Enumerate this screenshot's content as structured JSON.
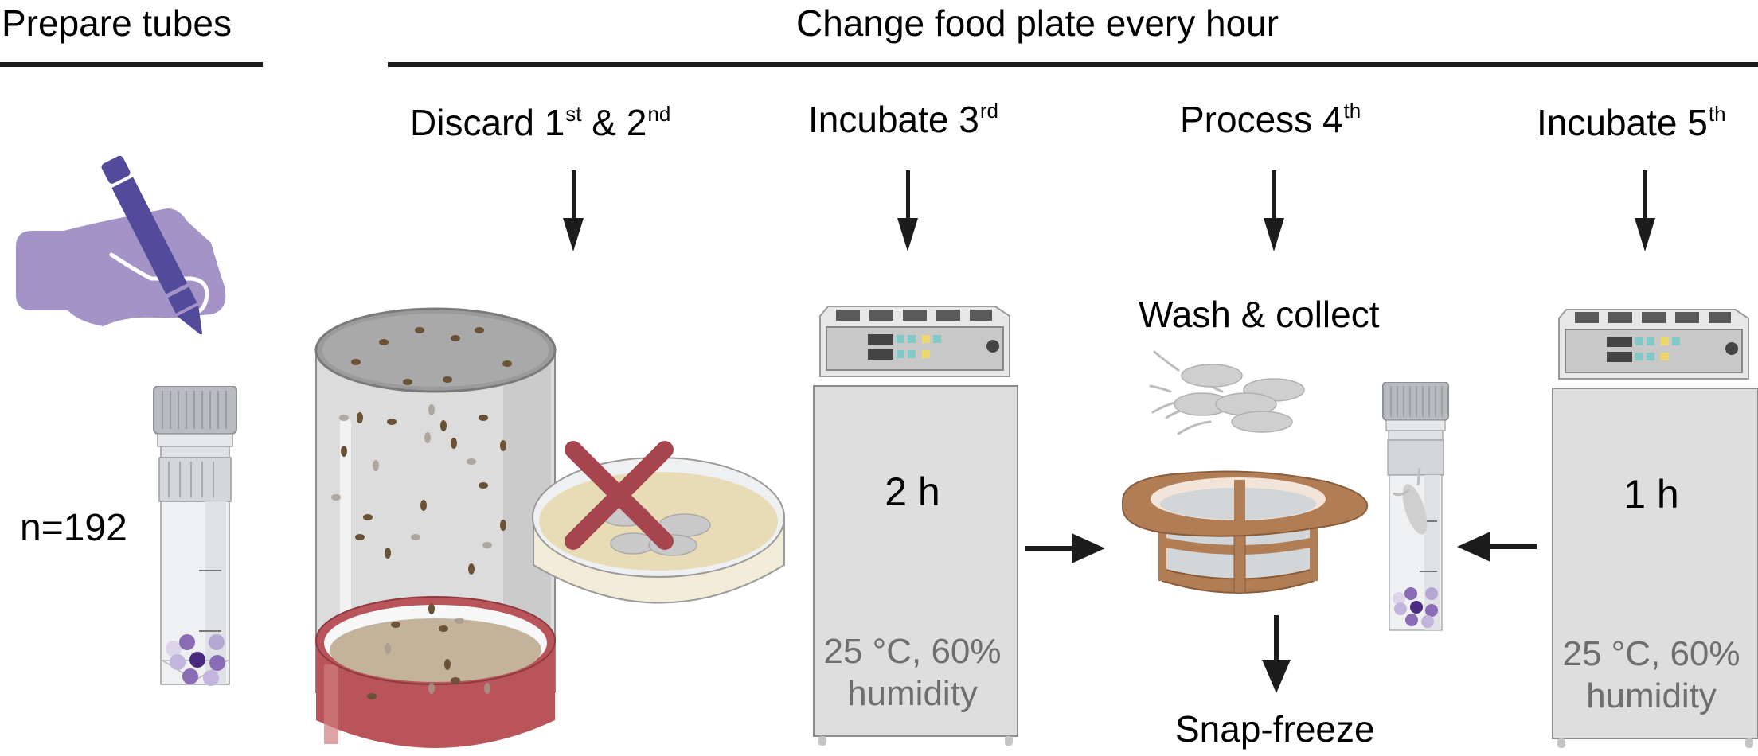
{
  "headers": {
    "prepare": "Prepare tubes",
    "change": "Change food plate every hour"
  },
  "steps": [
    {
      "label": "Discard 1",
      "sup1": "st",
      "mid": " & 2",
      "sup2": "nd"
    },
    {
      "label": "Incubate 3",
      "sup1": "rd"
    },
    {
      "label": "Process 4",
      "sup1": "th"
    },
    {
      "label": "Incubate 5",
      "sup1": "th"
    }
  ],
  "prepare": {
    "count_label": "n=192"
  },
  "incubators": [
    {
      "duration": "2 h",
      "conditions_line1": "25 °C, 60%",
      "conditions_line2": "humidity"
    },
    {
      "duration": "1 h",
      "conditions_line1": "25 °C, 60%",
      "conditions_line2": "humidity"
    }
  ],
  "process": {
    "wash_label": "Wash & collect",
    "freeze_label": "Snap-freeze"
  },
  "colors": {
    "hand": "#a393c6",
    "pen": "#524b9c",
    "cage_red": "#b9555a",
    "discard_x": "#a6454d",
    "sieve_brown": "#b07d55",
    "incubator_body": "#dedede",
    "condition_text": "#6e6e6e",
    "arrow": "#1c1c1c"
  }
}
